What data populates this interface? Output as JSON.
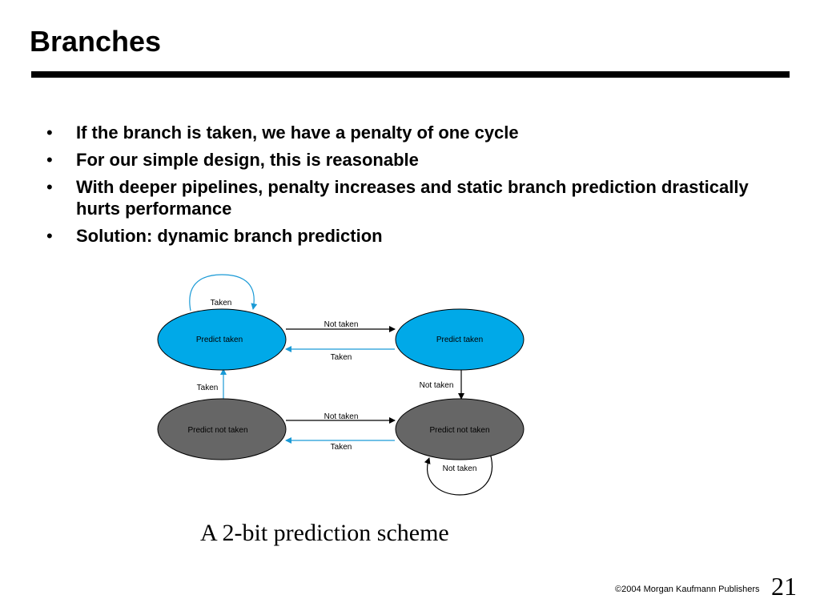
{
  "slide": {
    "title": "Branches",
    "bullet_char": "•",
    "bullets": [
      "If the branch is taken, we have a penalty of one cycle",
      "For our simple design, this is reasonable",
      "With deeper pipelines, penalty increases and static branch prediction drastically hurts performance",
      "Solution:  dynamic branch prediction"
    ],
    "caption": "A 2-bit prediction scheme",
    "footer": "©2004 Morgan Kaufmann Publishers",
    "page_number": "21"
  },
  "diagram": {
    "states": {
      "top_left": "Predict taken",
      "top_right": "Predict taken",
      "bottom_left": "Predict not taken",
      "bottom_right": "Predict not taken"
    },
    "transitions": {
      "self_top_left": "Taken",
      "top_left_to_top_right": "Not taken",
      "top_right_to_top_left": "Taken",
      "top_right_to_bottom_right": "Not taken",
      "bottom_left_to_top_left": "Taken",
      "bottom_left_to_bottom_right": "Not taken",
      "bottom_right_to_bottom_left": "Taken",
      "self_bottom_right": "Not taken"
    },
    "colors": {
      "taken_state_fill": "#00a9e8",
      "not_taken_state_fill": "#666666",
      "taken_arrow": "#1a9ad6",
      "not_taken_arrow": "#000000"
    }
  }
}
